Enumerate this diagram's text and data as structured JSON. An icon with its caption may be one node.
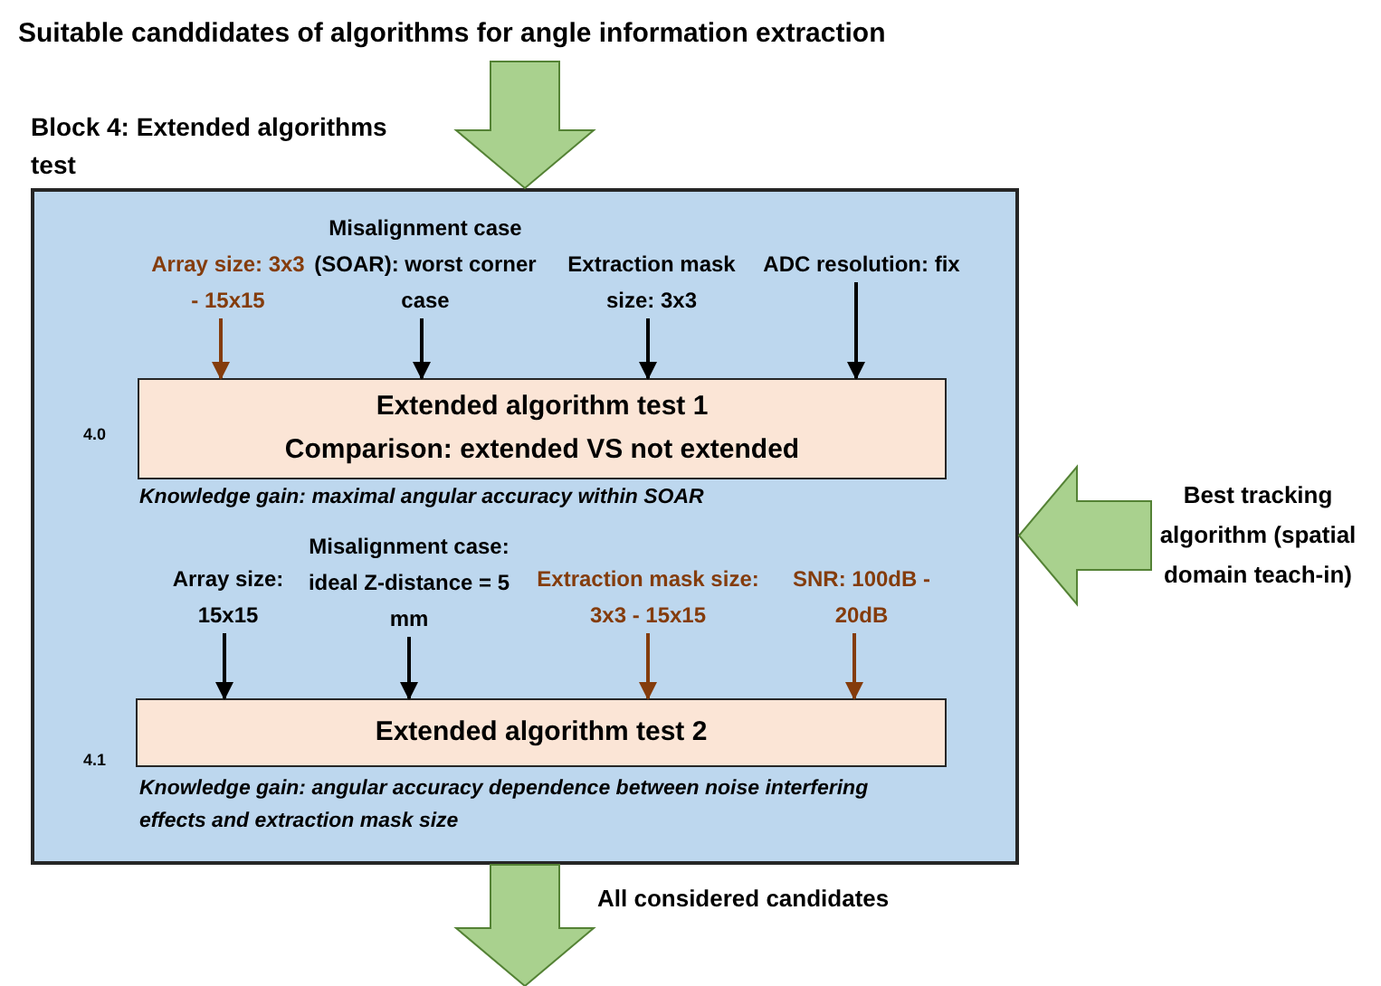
{
  "diagram": {
    "nodes": [
      {
        "text": [
          "Suitable canddidates of algorithms for angle information extraction"
        ]
      },
      {
        "text": [
          "Block 4: Extended algorithms test"
        ]
      },
      {
        "text": [
          "Array size: 3x3 - 15x15"
        ],
        "in": 1
      },
      {
        "text": [
          "Misalignment case (SOAR): worst corner case"
        ],
        "in": 1
      },
      {
        "text": [
          "Extraction mask size: 3x3"
        ],
        "in": 1
      },
      {
        "text": [
          "ADC resolution: fix"
        ],
        "in": 1
      },
      {
        "text": [
          "Extended algorithm test 1",
          "Comparison: extended VS not extended"
        ],
        "in": 1,
        "beside": [
          "4.0",
          "Knowledge gain: maximal angular accuracy within SOAR"
        ]
      },
      {
        "text": [
          "Array size: 15x15"
        ],
        "in": 1
      },
      {
        "text": [
          "Misalignment case: ideal Z-distance = 5 mm"
        ],
        "in": 1
      },
      {
        "text": [
          "Extraction mask size: 3x3 - 15x15"
        ],
        "in": 1
      },
      {
        "text": [
          "SNR: 100dB - 20dB"
        ],
        "in": 1
      },
      {
        "text": [
          "Extended algorithm test 2"
        ],
        "in": 1,
        "beside": [
          "4.1",
          "Knowledge gain: angular accuracy dependence between noise interfering effects and extraction mask size"
        ]
      },
      {
        "text": [
          "Best tracking algorithm (spatial domain teach-in)"
        ]
      }
    ],
    "edges": [
      {
        "from": 0,
        "to": 1,
        "arrow": "to",
        "style": "thick",
        "color": "#a9d18e"
      },
      {
        "from": 2,
        "to": 6,
        "arrow": "to",
        "color": "#843c0c"
      },
      {
        "from": 3,
        "to": 6,
        "arrow": "to"
      },
      {
        "from": 4,
        "to": 6,
        "arrow": "to"
      },
      {
        "from": 5,
        "to": 6,
        "arrow": "to"
      },
      {
        "from": 7,
        "to": 11,
        "arrow": "to"
      },
      {
        "from": 8,
        "to": 11,
        "arrow": "to"
      },
      {
        "from": 9,
        "to": 11,
        "arrow": "to",
        "color": "#843c0c"
      },
      {
        "from": 10,
        "to": 11,
        "arrow": "to",
        "color": "#843c0c"
      },
      {
        "from": 12,
        "to": 1,
        "arrow": "to",
        "style": "thick",
        "color": "#a9d18e"
      },
      {
        "from": 1,
        "to": null,
        "arrow": "to",
        "style": "thick",
        "color": "#a9d18e",
        "label": "All considered candidates"
      }
    ]
  }
}
